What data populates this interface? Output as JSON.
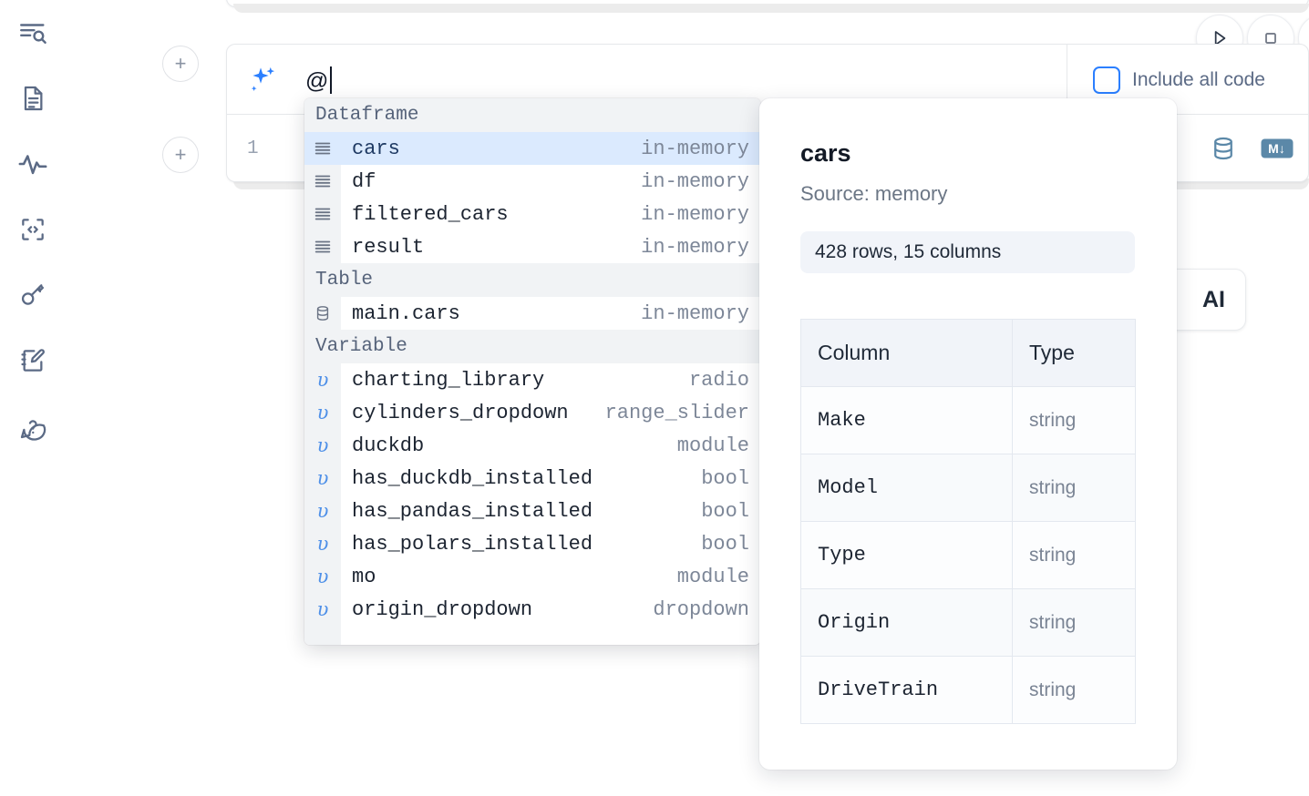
{
  "rail": {
    "items": [
      {
        "name": "explore-outline-icon",
        "label": "Outline"
      },
      {
        "name": "notebook-file-icon",
        "label": "File explorer"
      },
      {
        "name": "activity-pulse-icon",
        "label": "Activity"
      },
      {
        "name": "code-snippets-icon",
        "label": "Snippets"
      },
      {
        "name": "secrets-key-icon",
        "label": "Secrets"
      },
      {
        "name": "scratchpad-edit-icon",
        "label": "Scratchpad"
      },
      {
        "name": "help-chat-icon",
        "label": "Help"
      }
    ]
  },
  "toolbar": {
    "run_label": "Run",
    "stop_label": "Stop",
    "add_cell_label": "+"
  },
  "ai_cell": {
    "input_value": "@",
    "include_all_code_label": "Include all code",
    "include_all_code_checked": false,
    "line_number": "1",
    "database_icon_label": "SQL cell",
    "markdown_icon_label": "M↓"
  },
  "ai_pill": {
    "label": "AI"
  },
  "autocomplete": {
    "groups": [
      {
        "label": "Dataframe",
        "icon": "dataframe-rows-icon",
        "items": [
          {
            "name": "cars",
            "type": "in-memory",
            "selected": true
          },
          {
            "name": "df",
            "type": "in-memory",
            "selected": false
          },
          {
            "name": "filtered_cars",
            "type": "in-memory",
            "selected": false
          },
          {
            "name": "result",
            "type": "in-memory",
            "selected": false
          }
        ]
      },
      {
        "label": "Table",
        "icon": "database-icon",
        "items": [
          {
            "name": "main.cars",
            "type": "in-memory",
            "selected": false
          }
        ]
      },
      {
        "label": "Variable",
        "icon": "variable-icon",
        "items": [
          {
            "name": "charting_library",
            "type": "radio",
            "selected": false
          },
          {
            "name": "cylinders_dropdown",
            "type": "range_slider",
            "selected": false
          },
          {
            "name": "duckdb",
            "type": "module",
            "selected": false
          },
          {
            "name": "has_duckdb_installed",
            "type": "bool",
            "selected": false
          },
          {
            "name": "has_pandas_installed",
            "type": "bool",
            "selected": false
          },
          {
            "name": "has_polars_installed",
            "type": "bool",
            "selected": false
          },
          {
            "name": "mo",
            "type": "module",
            "selected": false
          },
          {
            "name": "origin_dropdown",
            "type": "dropdown",
            "selected": false
          }
        ]
      }
    ]
  },
  "preview": {
    "title": "cars",
    "source": "Source: memory",
    "shape": "428 rows, 15 columns",
    "columns_header": "Column",
    "type_header": "Type",
    "rows": [
      {
        "column": "Make",
        "type": "string"
      },
      {
        "column": "Model",
        "type": "string"
      },
      {
        "column": "Type",
        "type": "string"
      },
      {
        "column": "Origin",
        "type": "string"
      },
      {
        "column": "DriveTrain",
        "type": "string"
      }
    ]
  },
  "colors": {
    "accent": "#2b7fff",
    "selected_row_bg": "#dbeafe",
    "group_header_bg": "#f1f3f5",
    "panel_bg": "#ffffff"
  }
}
